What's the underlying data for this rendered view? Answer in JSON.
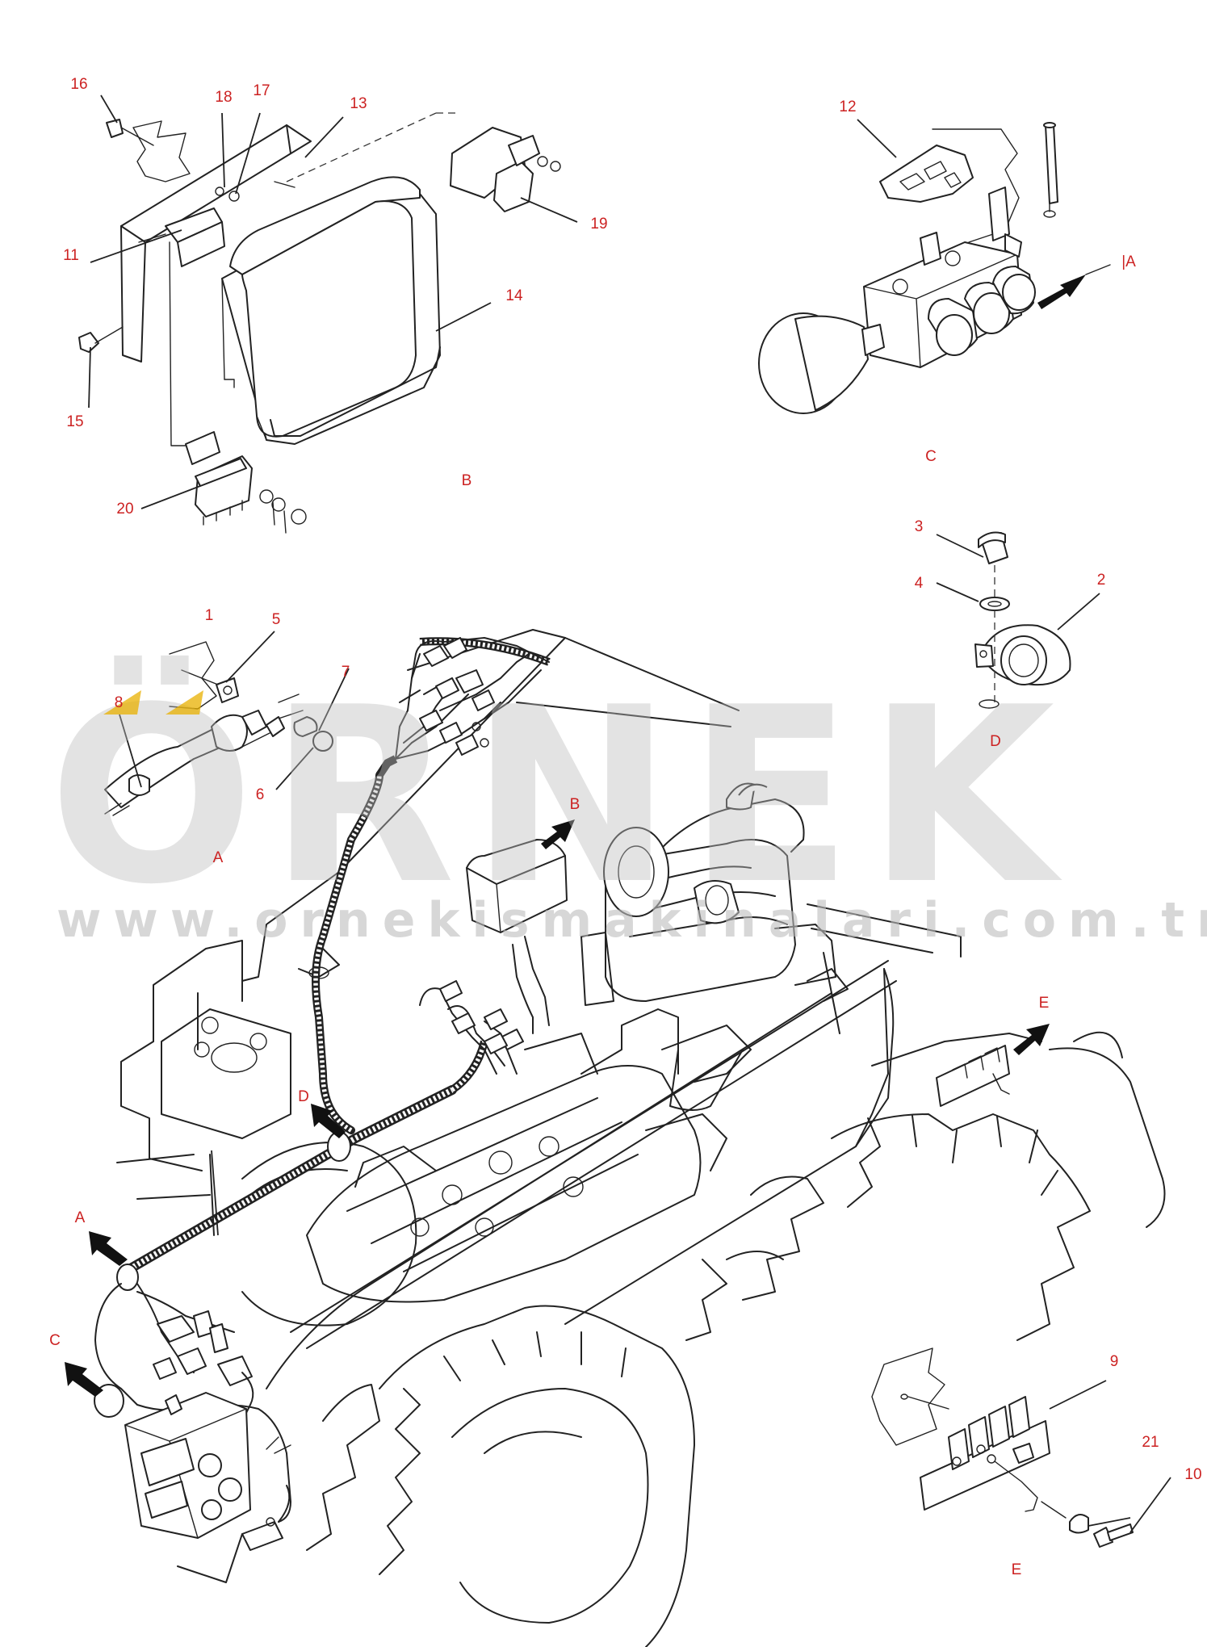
{
  "watermark": {
    "brand": "ÖRNEK",
    "url": "www.ornekismakinalari.com.tr"
  },
  "callouts": {
    "n1": "1",
    "n2": "2",
    "n3": "3",
    "n4": "4",
    "n5": "5",
    "n6": "6",
    "n7": "7",
    "n8": "8",
    "n9": "9",
    "n10": "10",
    "n11": "11",
    "n12": "12",
    "n13": "13",
    "n14": "14",
    "n15": "15",
    "n16": "16",
    "n17": "17",
    "n18": "18",
    "n19": "19",
    "n20": "20",
    "n21": "21"
  },
  "views": {
    "a_detail": "A",
    "a_main": "A",
    "b_detail": "B",
    "b_main": "B",
    "c_detail": "C",
    "c_main": "C",
    "d_detail": "D",
    "d_main": "D",
    "e_top": "E",
    "e_bottom": "E",
    "a_arrow_ref": "|A"
  }
}
